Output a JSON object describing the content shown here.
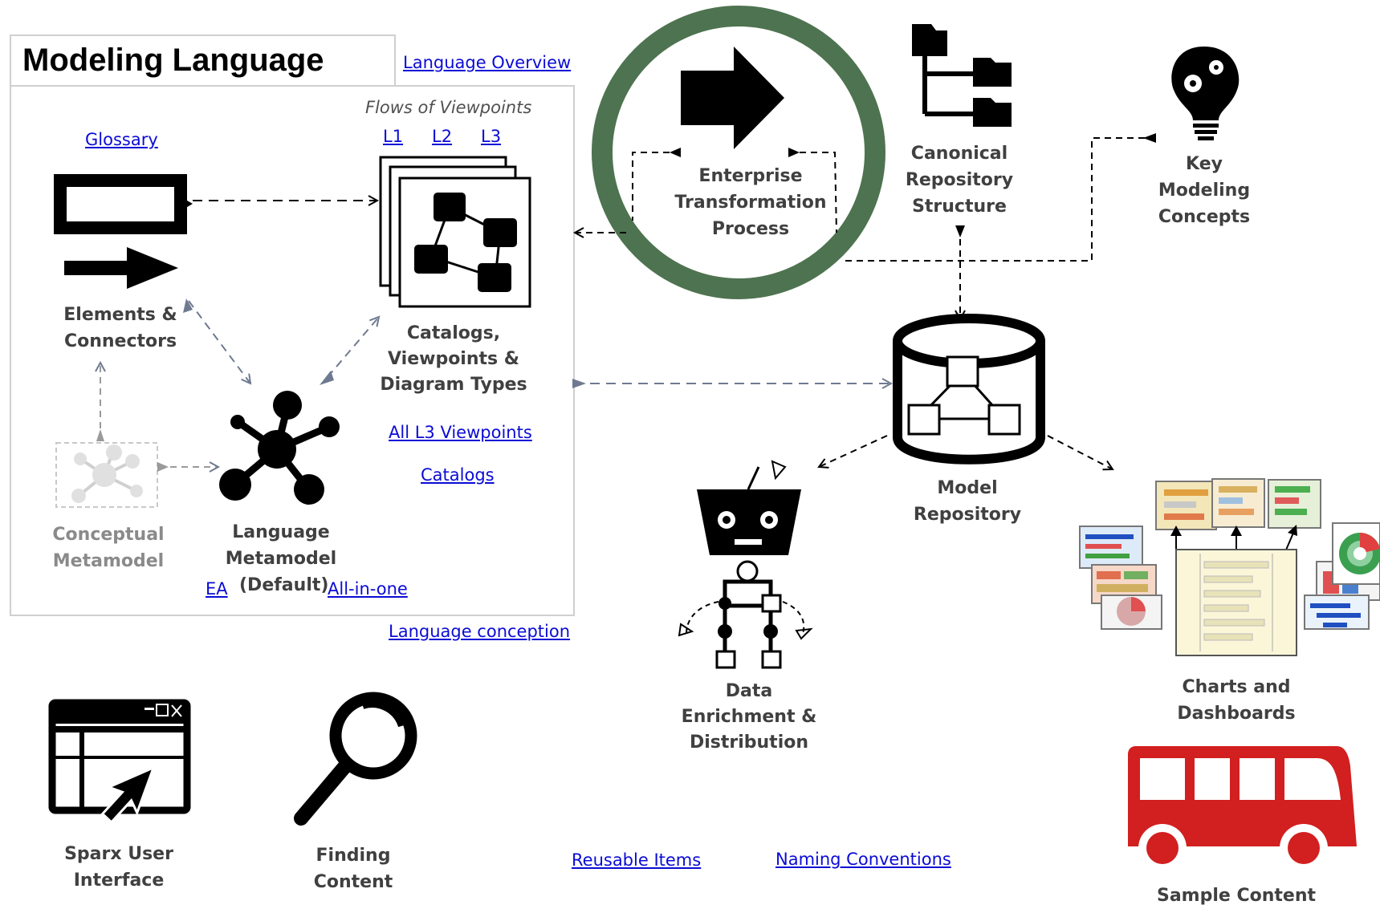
{
  "title": "Modeling Language",
  "links": {
    "language_overview": "Language Overview",
    "glossary": "Glossary",
    "l1": "L1",
    "l2": "L2",
    "l3": "L3",
    "all_l3_viewpoints": "All L3 Viewpoints",
    "catalogs": "Catalogs",
    "ea": "EA",
    "all_in_one": "All-in-one",
    "language_conception": "Language conception",
    "reusable_items": "Reusable Items",
    "naming_conventions": "Naming Conventions"
  },
  "flows_label": "Flows of Viewpoints",
  "labels": {
    "elements_connectors": "Elements &\nConnectors",
    "catalogs_viewpoints": "Catalogs,\nViewpoints &\nDiagram Types",
    "conceptual_metamodel": "Conceptual\nMetamodel",
    "language_metamodel": "Language\nMetamodel",
    "default": "(Default)",
    "enterprise_transformation": "Enterprise\nTransformation\nProcess",
    "canonical_repository": "Canonical\nRepository\nStructure",
    "key_modeling_concepts": "Key\nModeling\nConcepts",
    "model_repository": "Model\nRepository",
    "data_enrichment": "Data\nEnrichment &\nDistribution",
    "charts_dashboards": "Charts and Dashboards",
    "sparx_ui": "Sparx User\nInterface",
    "finding_content": "Finding\nContent",
    "sample_content": "Sample Content"
  },
  "colors": {
    "highlight_ring": "#4e7350",
    "bus": "#d21f1f",
    "link": "#0b0bd6",
    "connector_gray": "#6f7a90"
  }
}
